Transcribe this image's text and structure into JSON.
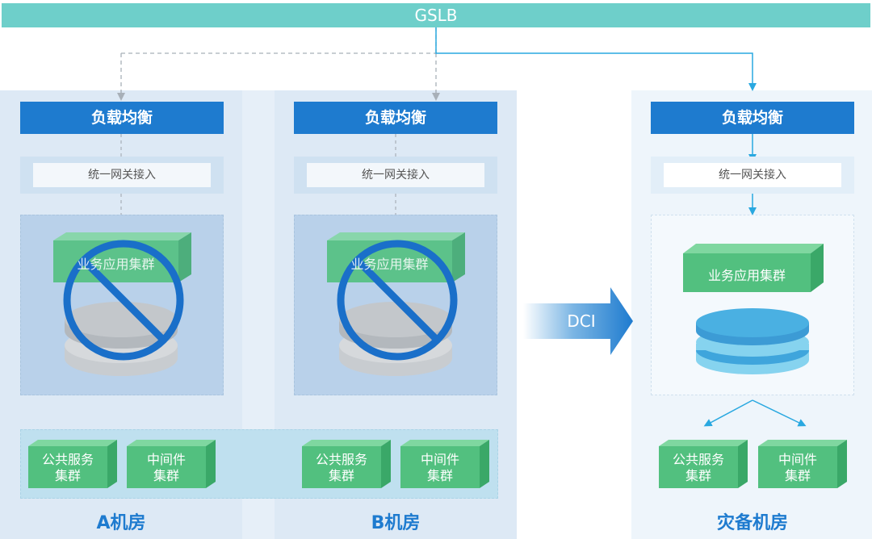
{
  "gslb": {
    "label": "GSLB"
  },
  "rooms": [
    {
      "title": "A机房",
      "load_balancer": "负载均衡",
      "gateway": "统一网关接入",
      "app_cluster": "业务应用集群",
      "public_service": [
        "公共服务",
        "集群"
      ],
      "middleware": [
        "中间件",
        "集群"
      ],
      "state": "unavailable"
    },
    {
      "title": "B机房",
      "load_balancer": "负载均衡",
      "gateway": "统一网关接入",
      "app_cluster": "业务应用集群",
      "public_service": [
        "公共服务",
        "集群"
      ],
      "middleware": [
        "中间件",
        "集群"
      ],
      "state": "unavailable"
    },
    {
      "title": "灾备机房",
      "load_balancer": "负载均衡",
      "gateway": "统一网关接入",
      "app_cluster": "业务应用集群",
      "public_service": [
        "公共服务",
        "集群"
      ],
      "middleware": [
        "中间件",
        "集群"
      ],
      "state": "active"
    }
  ],
  "dci": {
    "label": "DCI"
  },
  "colors": {
    "gslb": "#6ecfca",
    "load_balancer": "#1e7bcf",
    "green_box": "#4cc07a",
    "prohibited": "#1a6fc9",
    "database": "#4aa8e0",
    "arrow": "#29a8e0"
  }
}
